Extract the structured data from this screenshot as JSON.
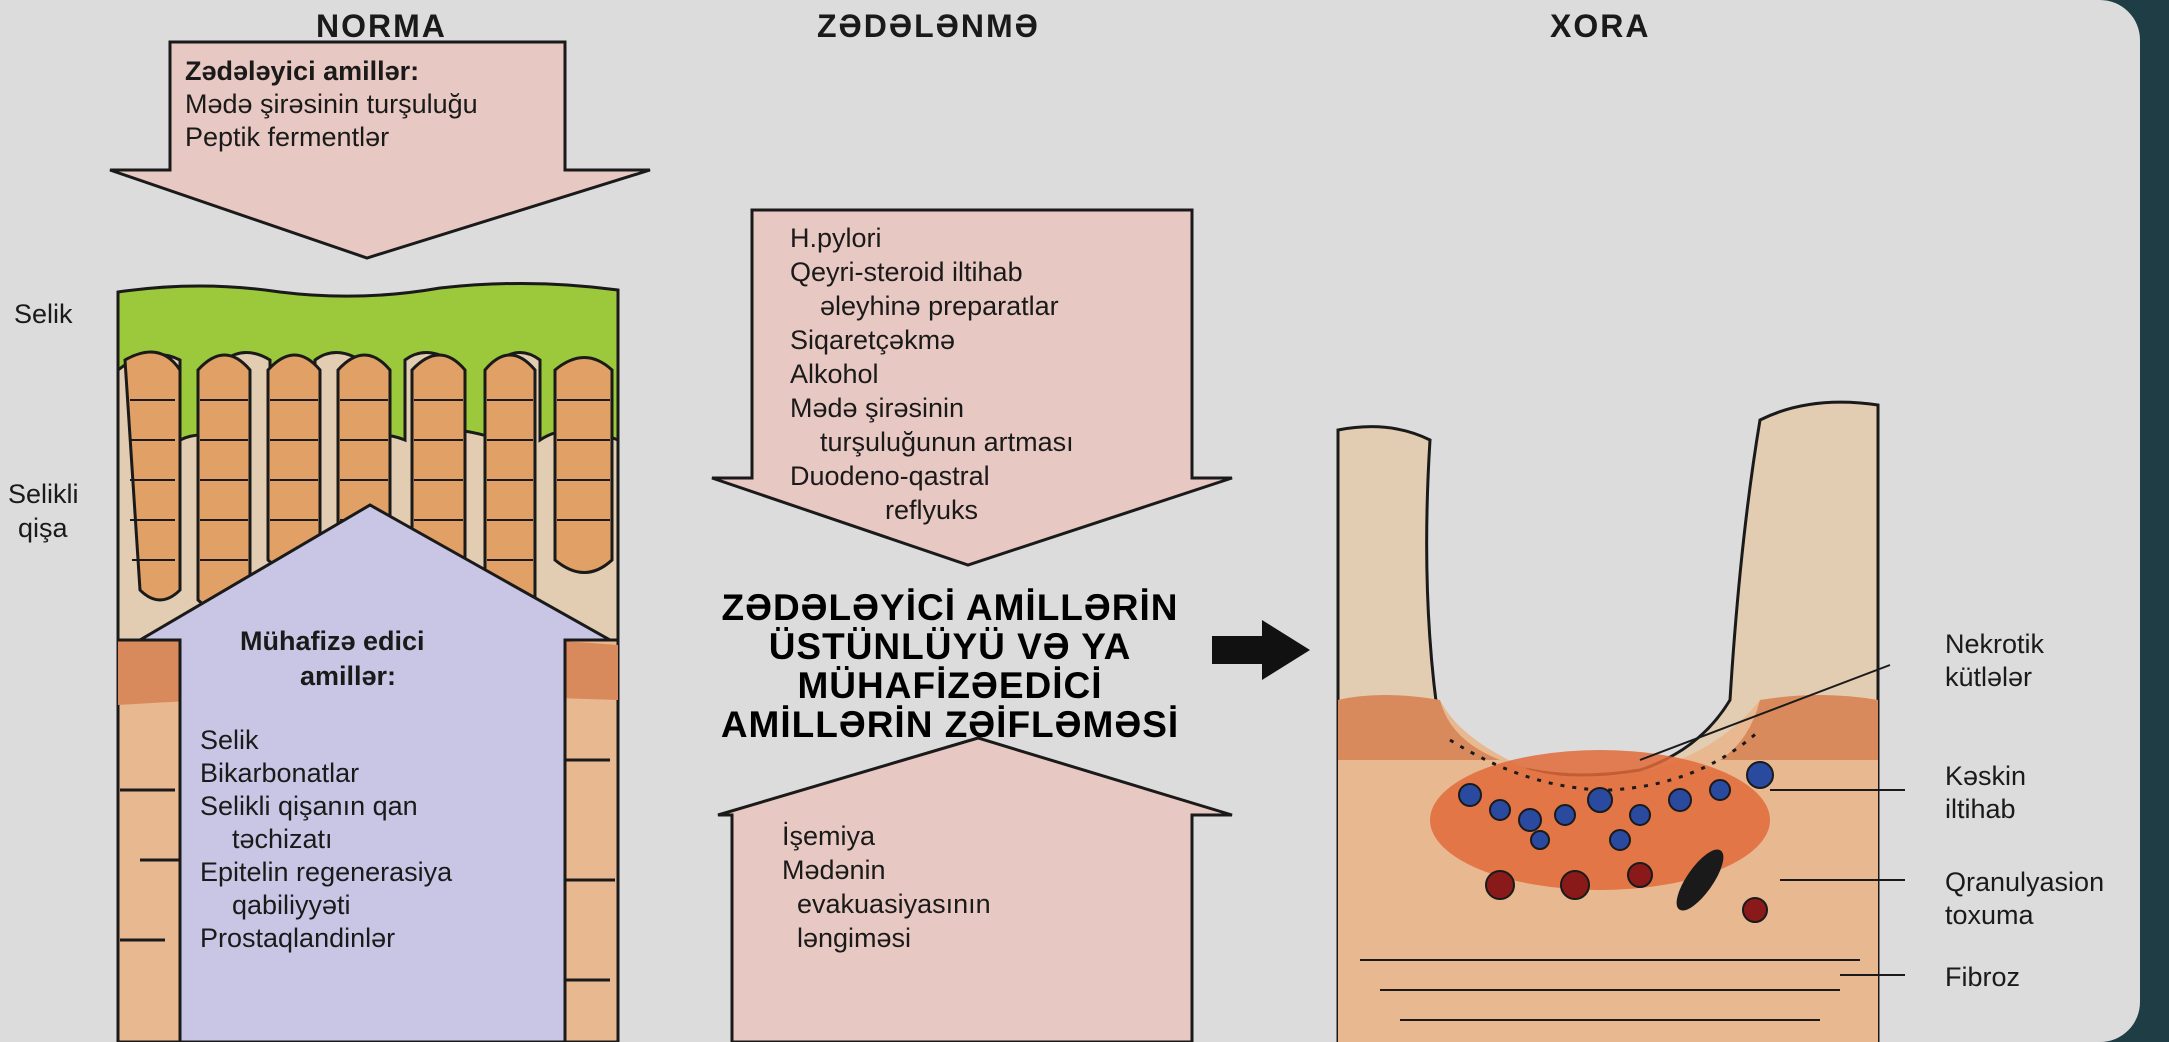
{
  "headers": {
    "norma": "NORMA",
    "zedelenme": "ZƏDƏLƏNMƏ",
    "xora": "XORA"
  },
  "norma": {
    "damaging_title": "Zədələyici amillər:",
    "damaging_items": [
      "Mədə şirəsinin turşuluğu",
      "Peptik fermentlər"
    ],
    "label_mucus": "Selik",
    "label_mucosa": [
      "Selikli",
      "qişa"
    ],
    "protective_title": [
      "Mühafizə edici",
      "amillər:"
    ],
    "protective_items": [
      "Selik",
      "Bikarbonatlar",
      "Selikli qişanın qan",
      "təchizatı",
      "Epitelin regenerasiya",
      "qabiliyyəti",
      "Prostaqlandinlər"
    ]
  },
  "zedelenme": {
    "top_items": [
      "H.pylori",
      "Qeyri-steroid iltihab",
      "əleyhinə preparatlar",
      "Siqaretçəkmə",
      "Alkohol",
      "Mədə şirəsinin",
      "turşuluğunun artması",
      "Duodeno-qastral",
      "reflyuks"
    ],
    "center_text": [
      "ZƏDƏLƏYİCİ AMİLLƏRİN",
      "ÜSTÜNLÜYÜ VƏ YA",
      "MÜHAFİZƏEDİCİ",
      "AMİLLƏRİN ZƏİFLƏMƏSİ"
    ],
    "bottom_items": [
      "İşemiya",
      "Mədənin",
      "evakuasiyasının",
      "ləngiməsi"
    ]
  },
  "xora": {
    "labels": {
      "necrotic": [
        "Nekrotik",
        "kütlələr"
      ],
      "acute": [
        "Kəskin",
        "iltihab"
      ],
      "granulation": [
        "Qranulyasion",
        "toxuma"
      ],
      "fibrosis": "Fibroz"
    }
  },
  "colors": {
    "background": "#dcdcdc",
    "frame": "#1f3d44",
    "damaging_arrow": "#e8c8c2",
    "protective_arrow": "#c8c6e4",
    "mucus": "#9cc83c",
    "tissue": "#e8b890",
    "muscle": "#d98a5c",
    "inflammation": "#e06a3a",
    "cells": "#2a4aa0"
  }
}
